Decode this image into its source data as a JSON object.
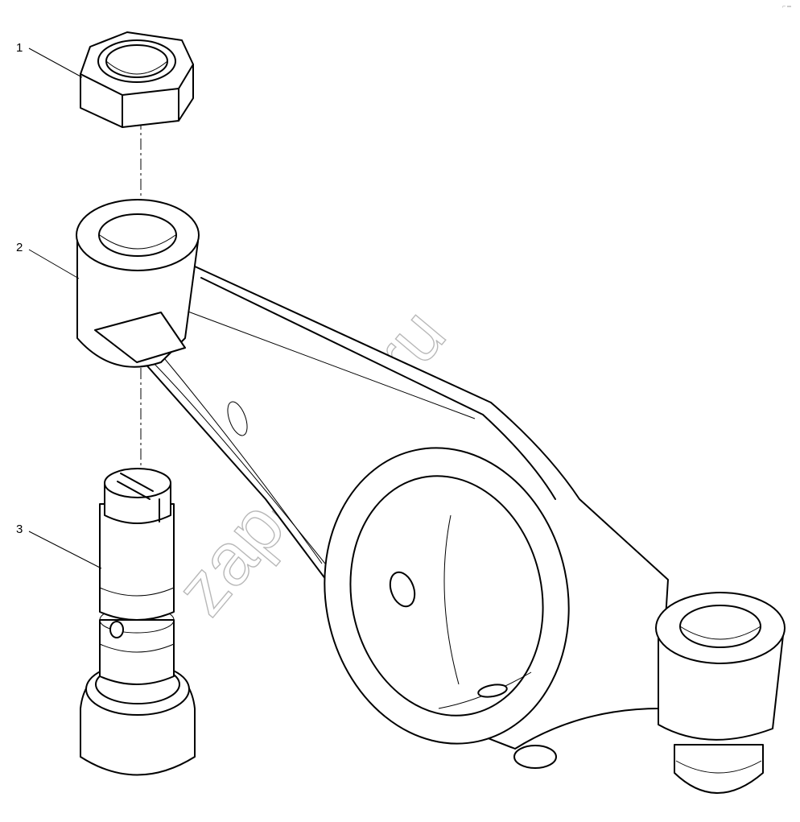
{
  "callouts": [
    {
      "number": "1",
      "part": "nut"
    },
    {
      "number": "2",
      "part": "rocker-arm"
    },
    {
      "number": "3",
      "part": "adjusting-screw"
    }
  ],
  "watermark": "zap-kam.ru",
  "corner_mark": "⌐ ═",
  "colors": {
    "line": "#000000",
    "background": "#ffffff",
    "watermark": "#b8b8b8"
  }
}
